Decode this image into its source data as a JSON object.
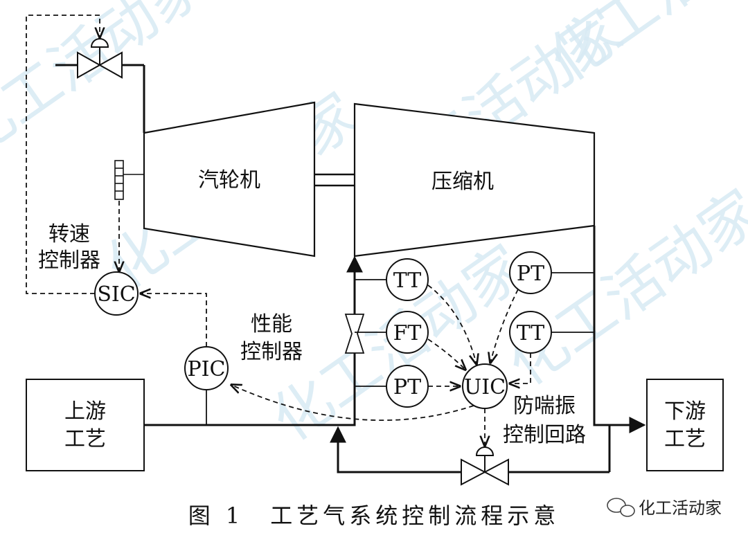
{
  "diagram": {
    "turbine_label": "汽轮机",
    "compressor_label": "压缩机",
    "upstream_label": [
      "上游",
      "工艺"
    ],
    "downstream_label": [
      "下游",
      "工艺"
    ],
    "speed_controller_label": [
      "转速",
      "控制器"
    ],
    "performance_controller_label": [
      "性能",
      "控制器"
    ],
    "antisurge_loop_label": [
      "防喘振",
      "控制回路"
    ],
    "instruments": {
      "sic": "SIC",
      "pic": "PIC",
      "uic": "UIC",
      "tt_suction": "TT",
      "ft_suction": "FT",
      "pt_suction": "PT",
      "pt_discharge": "PT",
      "tt_discharge": "TT"
    },
    "caption": "图 1　工艺气系统控制流程示意",
    "watermark": "化工活动家",
    "brand": "化工活动家"
  },
  "colors": {
    "line": "#111111",
    "watermark": "#d8eaf4",
    "background": "#ffffff"
  }
}
